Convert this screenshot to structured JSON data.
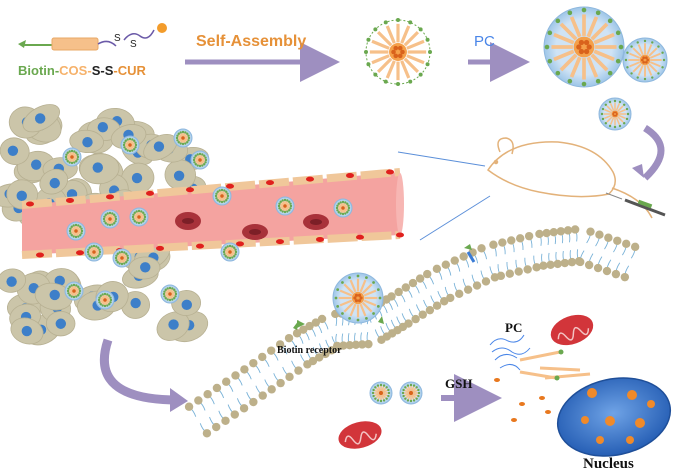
{
  "molecule": {
    "biotin": "Biotin",
    "sep1": "-",
    "cos": "COS",
    "sep2": "-",
    "s1": "S",
    "sep3": "-",
    "s2": "S",
    "sep4": "-",
    "cur": "CUR",
    "disulfide_s1": "S",
    "disulfide_s2": "S"
  },
  "steps": {
    "self_assembly": "Self-Assembly",
    "pc_coating": "PC"
  },
  "cell": {
    "biotin_receptor": "Biotin receptor",
    "gsh": "GSH",
    "pc_released": "PC",
    "nucleus": "Nucleus"
  },
  "colors": {
    "biotin_green": "#6aa84f",
    "cos_orange": "#f6b26b",
    "cur_orange": "#e69138",
    "arrow_purple": "#9e8fc0",
    "pc_blue": "#4a86e8",
    "vessel_pink": "#f4a3a0",
    "rbc_red": "#a8323a",
    "tumor_cell": "#c9c3a8",
    "cell_nucleus_blue": "#3d7fc9",
    "membrane_head": "#bdb08a",
    "membrane_tail": "#7bb3d8",
    "nucleus_blue": "#2f6cc7",
    "mito_red": "#d2353a"
  }
}
